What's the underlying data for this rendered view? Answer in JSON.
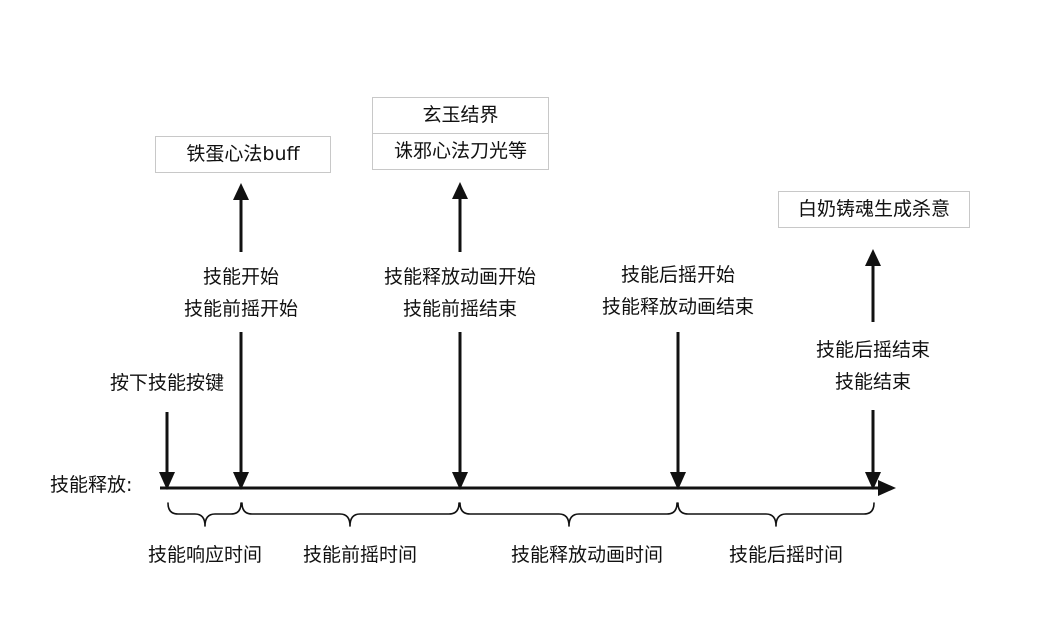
{
  "timeline_label": "技能释放:",
  "events": [
    {
      "lines": [
        "按下技能按键"
      ]
    },
    {
      "lines": [
        "技能开始",
        "技能前摇开始"
      ]
    },
    {
      "lines": [
        "技能释放动画开始",
        "技能前摇结束"
      ]
    },
    {
      "lines": [
        "技能后摇开始",
        "技能释放动画结束"
      ]
    },
    {
      "lines": [
        "技能后摇结束",
        "技能结束"
      ]
    }
  ],
  "effects": [
    {
      "lines": [
        "铁蛋心法buff"
      ]
    },
    {
      "lines": [
        "玄玉结界",
        "诛邪心法刀光等"
      ]
    },
    {
      "lines": [
        "白奶铸魂生成杀意"
      ]
    }
  ],
  "phases": [
    "技能响应时间",
    "技能前摇时间",
    "技能释放动画时间",
    "技能后摇时间"
  ],
  "colors": {
    "stroke": "#111111",
    "box_border": "#c8c8c8",
    "text": "#111111"
  }
}
